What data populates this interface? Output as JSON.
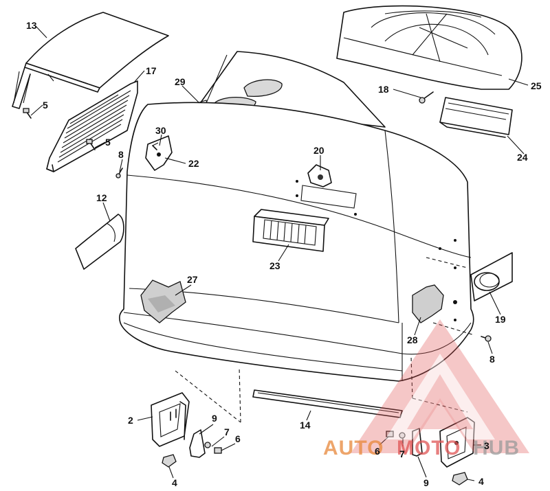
{
  "callouts": [
    {
      "id": "13",
      "label": "13"
    },
    {
      "id": "5a",
      "label": "5"
    },
    {
      "id": "17",
      "label": "17"
    },
    {
      "id": "5b",
      "label": "5"
    },
    {
      "id": "29",
      "label": "29"
    },
    {
      "id": "30",
      "label": "30"
    },
    {
      "id": "22",
      "label": "22"
    },
    {
      "id": "8a",
      "label": "8"
    },
    {
      "id": "12",
      "label": "12"
    },
    {
      "id": "20",
      "label": "20"
    },
    {
      "id": "18",
      "label": "18"
    },
    {
      "id": "25",
      "label": "25"
    },
    {
      "id": "24",
      "label": "24"
    },
    {
      "id": "23",
      "label": "23"
    },
    {
      "id": "27",
      "label": "27"
    },
    {
      "id": "19",
      "label": "19"
    },
    {
      "id": "28",
      "label": "28"
    },
    {
      "id": "8b",
      "label": "8"
    },
    {
      "id": "14",
      "label": "14"
    },
    {
      "id": "2",
      "label": "2"
    },
    {
      "id": "9a",
      "label": "9"
    },
    {
      "id": "7a",
      "label": "7"
    },
    {
      "id": "6a",
      "label": "6"
    },
    {
      "id": "4a",
      "label": "4"
    },
    {
      "id": "6b",
      "label": "6"
    },
    {
      "id": "7b",
      "label": "7"
    },
    {
      "id": "3",
      "label": "3"
    },
    {
      "id": "9b",
      "label": "9"
    },
    {
      "id": "4b",
      "label": "4"
    }
  ],
  "watermark": {
    "part1": "AUTO",
    "part2": "MOTO",
    "part3": "HUB",
    "color_primary": "#e8883a",
    "color_secondary": "#e05555",
    "color_tertiary": "#9a9a9a"
  }
}
